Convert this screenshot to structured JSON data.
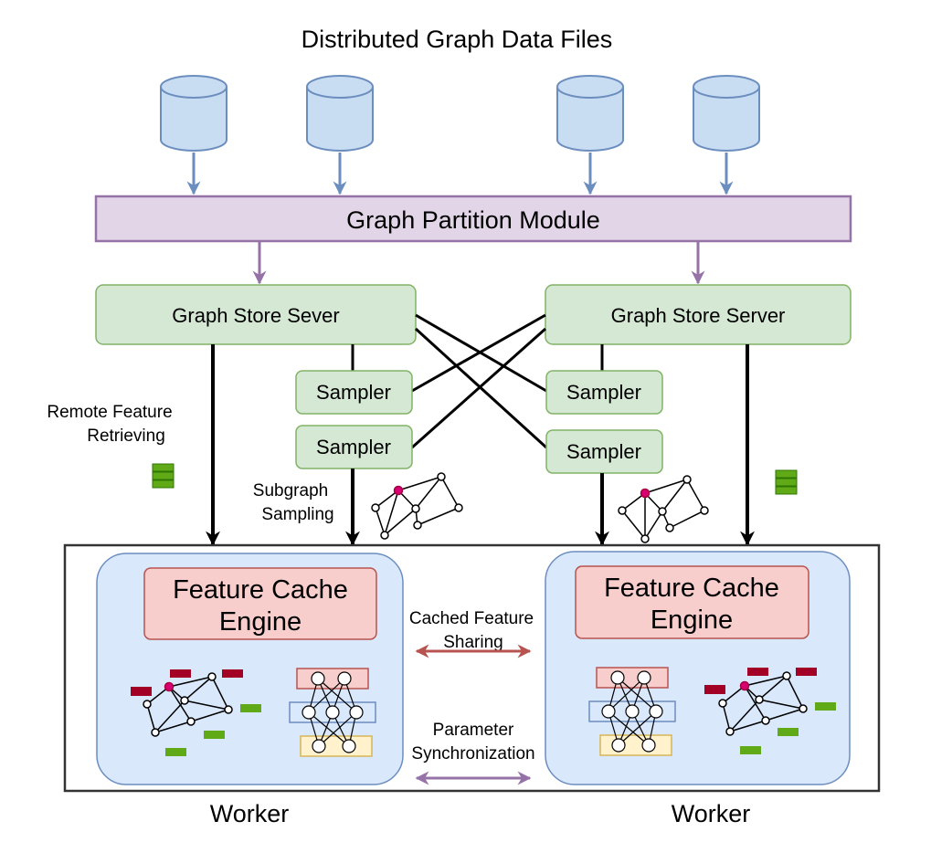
{
  "title": "Distributed Graph Data Files",
  "partition_module": "Graph Partition Module",
  "store_left": "Graph Store Sever",
  "store_right": "Graph Store Server",
  "sampler": "Sampler",
  "remote_feature_1": "Remote Feature",
  "remote_feature_2": "Retrieving",
  "subgraph_1": "Subgraph",
  "subgraph_2": "Sampling",
  "cache_engine_1": "Feature Cache",
  "cache_engine_2": "Engine",
  "cached_sharing_1": "Cached Feature",
  "cached_sharing_2": "Sharing",
  "param_sync_1": "Parameter",
  "param_sync_2": "Synchronization",
  "worker": "Worker",
  "colors": {
    "database_fill": "#c8dcf2",
    "database_stroke": "#6c8ebf",
    "partition_fill": "#e1d5e7",
    "partition_stroke": "#9673a6",
    "store_fill": "#d5e8d4",
    "store_stroke": "#82b366",
    "worker_fill": "#dae8fc",
    "cache_fill": "#f8cecc",
    "cache_stroke": "#b85450",
    "feature_green": "#60a917",
    "feature_red": "#a20025",
    "highlight_node": "#d80073",
    "sharing_arrow": "#b85450",
    "sync_arrow": "#9673a6"
  }
}
